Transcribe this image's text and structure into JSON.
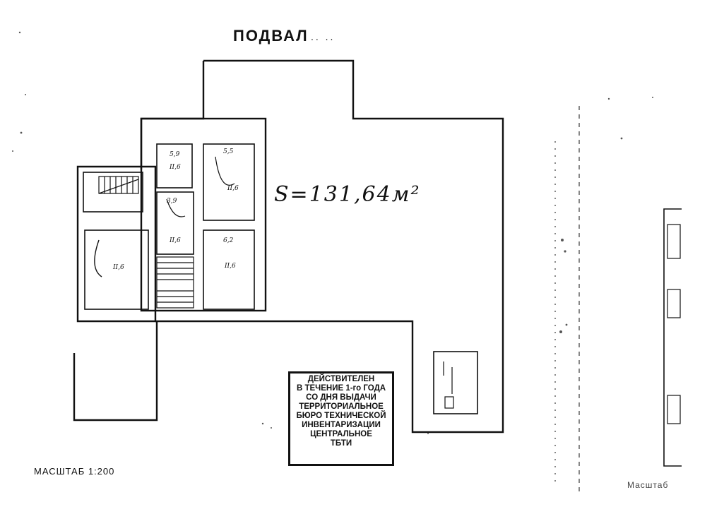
{
  "document": {
    "title": "ПОДВАЛ",
    "title_marks": "..  ..",
    "area_label": "S=131,64м²",
    "scale_label": "МАСШТАБ 1:200",
    "scale_label_right": "Масштаб",
    "stamp": {
      "lines": [
        "ДЕЙСТВИТЕЛЕН",
        "В ТЕЧЕНИЕ 1-го ГОДА",
        "СО ДНЯ ВЫДАЧИ",
        "ТЕРРИТОРИАЛЬНОЕ",
        "БЮРО ТЕХНИЧЕСКОЙ",
        "ИНВЕНТАРИЗАЦИИ",
        "ЦЕНТРАЛЬНОЕ",
        "ТБТИ"
      ]
    },
    "room_labels": [
      "5,9",
      "II,6",
      "5,5",
      "II,6",
      "3,9",
      "II,6",
      "6,2",
      "II,6",
      "II,6"
    ],
    "colors": {
      "ink": "#111111",
      "paper": "#ffffff",
      "noise": "#555555"
    }
  }
}
